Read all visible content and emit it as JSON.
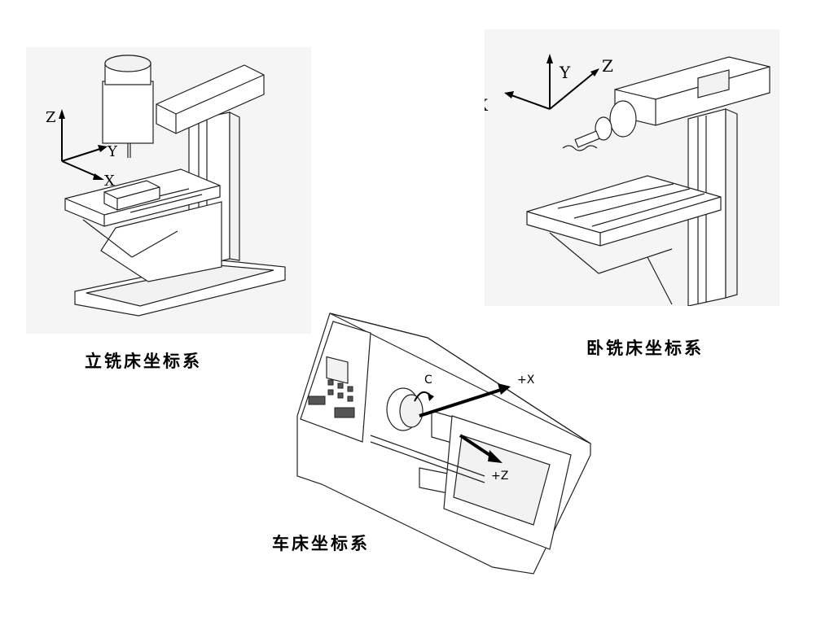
{
  "diagrams": {
    "vertical_mill": {
      "caption": "立铣床坐标系",
      "axes": {
        "z": "Z",
        "y": "Y",
        "x": "X"
      }
    },
    "horizontal_mill": {
      "caption": "卧铣床坐标系",
      "axes": {
        "y": "Y",
        "z": "Z",
        "x": "X"
      }
    },
    "lathe": {
      "caption": "车床坐标系",
      "axes": {
        "c": "C",
        "x": "+X",
        "z": "+Z"
      }
    }
  },
  "colors": {
    "panel_background": "#f5f5f5",
    "line": "#222222",
    "text": "#000000"
  }
}
